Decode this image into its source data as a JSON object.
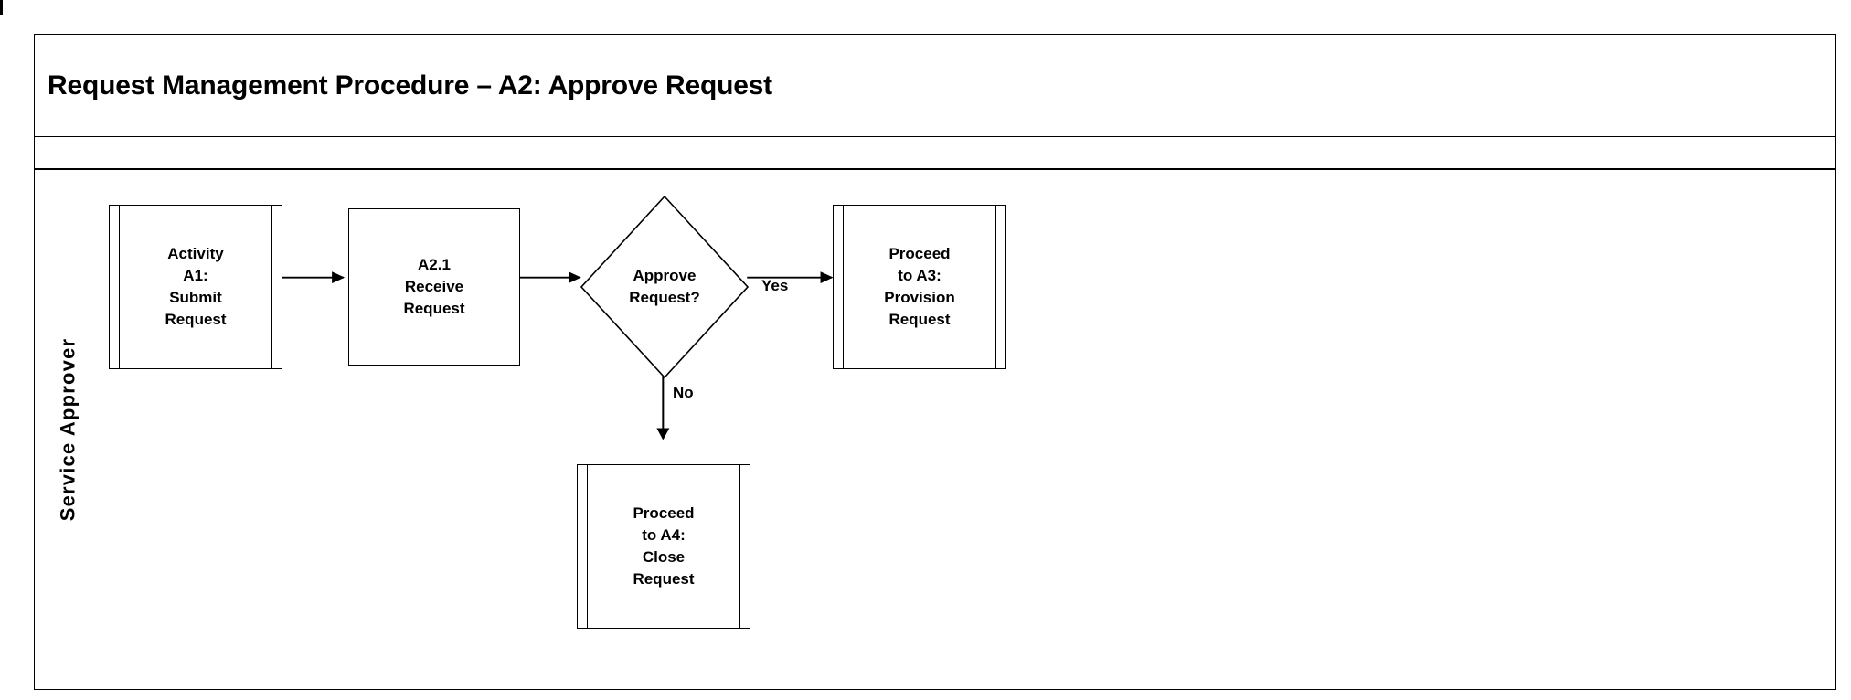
{
  "document": {
    "title": "Request Management Procedure – A2: Approve Request",
    "subtitle": ""
  },
  "swimlane": {
    "label": "Service Approver"
  },
  "chart_data": {
    "type": "diagram",
    "diagram_kind": "flowchart-swimlane",
    "title": "Request Management Procedure – A2: Approve Request",
    "lanes": [
      "Service Approver"
    ],
    "nodes": [
      {
        "id": "a1",
        "shape": "predefined-process",
        "label": "Activity\nA1:\nSubmit\nRequest"
      },
      {
        "id": "a21",
        "shape": "process",
        "label": "A2.1\nReceive\nRequest"
      },
      {
        "id": "decision",
        "shape": "decision",
        "label": "Approve\nRequest?"
      },
      {
        "id": "a3",
        "shape": "predefined-process",
        "label": "Proceed\nto  A3:\nProvision\nRequest"
      },
      {
        "id": "a4",
        "shape": "predefined-process",
        "label": "Proceed\nto  A4:\nClose\nRequest"
      }
    ],
    "edges": [
      {
        "from": "a1",
        "to": "a21",
        "label": ""
      },
      {
        "from": "a21",
        "to": "decision",
        "label": ""
      },
      {
        "from": "decision",
        "to": "a3",
        "label": "Yes"
      },
      {
        "from": "decision",
        "to": "a4",
        "label": "No"
      }
    ]
  },
  "colors": {
    "stroke": "#000000",
    "fill": "#ffffff",
    "text": "#000000"
  }
}
